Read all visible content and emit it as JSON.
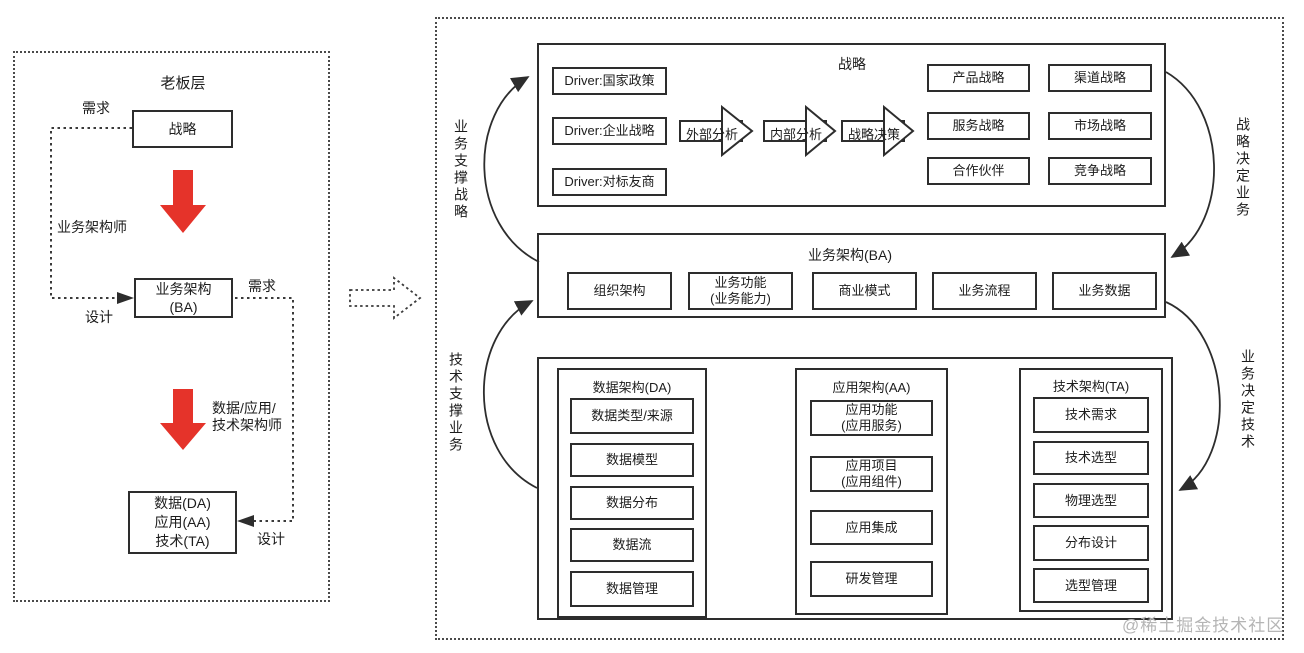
{
  "left_panel": {
    "title": "老板层",
    "demand_top_label": "需求",
    "strategy_box": "战略",
    "business_architect_label": "业务架构师",
    "design_left_label": "设计",
    "ba_box": "业务架构\n(BA)",
    "demand_right_label": "需求",
    "data_app_tech_architect_label": "数据/应用/\n技术架构师",
    "data_app_tech_box": "数据(DA)\n应用(AA)\n技术(TA)",
    "design_bottom_label": "设计"
  },
  "right_panel": {
    "strategy": {
      "title": "战略",
      "drivers": [
        "Driver:国家政策",
        "Driver:企业战略",
        "Driver:对标友商"
      ],
      "process_steps": [
        "外部分析",
        "内部分析",
        "战略决策"
      ],
      "outputs": [
        "产品战略",
        "渠道战略",
        "服务战略",
        "市场战略",
        "合作伙伴",
        "竞争战略"
      ]
    },
    "ba": {
      "title": "业务架构(BA)",
      "items": [
        "组织架构",
        "业务功能\n(业务能力)",
        "商业模式",
        "业务流程",
        "业务数据"
      ]
    },
    "da": {
      "title": "数据架构(DA)",
      "items": [
        "数据类型/来源",
        "数据模型",
        "数据分布",
        "数据流",
        "数据管理"
      ]
    },
    "aa": {
      "title": "应用架构(AA)",
      "items": [
        "应用功能\n(应用服务)",
        "应用项目\n(应用组件)",
        "应用集成",
        "研发管理"
      ]
    },
    "ta": {
      "title": "技术架构(TA)",
      "items": [
        "技术需求",
        "技术选型",
        "物理选型",
        "分布设计",
        "选型管理"
      ]
    },
    "side_labels": {
      "left_top": "业务支撑战略",
      "left_bottom": "技术支撑业务",
      "right_top": "战略决定业务",
      "right_bottom": "业务决定技术"
    }
  },
  "watermark": "@稀土掘金技术社区",
  "colors": {
    "accent_red": "#e5332a",
    "line": "#333333",
    "watermark_gray": "#b5b5b5"
  }
}
